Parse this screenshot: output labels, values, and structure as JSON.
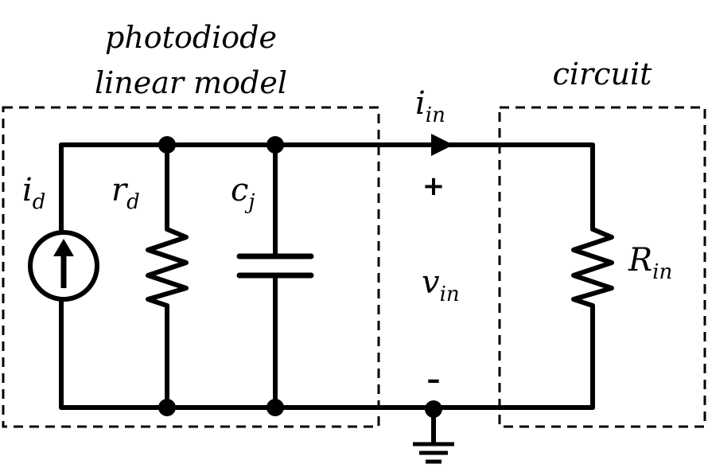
{
  "labels": {
    "model_title_line1": "photodiode",
    "model_title_line2": "linear model",
    "circuit_title": "circuit",
    "current_source": {
      "main": "i",
      "sub": "d"
    },
    "resistor_rd": {
      "main": "r",
      "sub": "d"
    },
    "capacitor_cj": {
      "main": "c",
      "sub": "j"
    },
    "input_current": {
      "main": "i",
      "sub": "in"
    },
    "input_voltage": {
      "main": "v",
      "sub": "in"
    },
    "input_resistor": {
      "main": "R",
      "sub": "in"
    },
    "plus_sign": "+",
    "minus_sign": "–"
  },
  "icons": {
    "current_source": "current-source-icon",
    "resistor": "resistor-icon",
    "capacitor": "capacitor-icon",
    "ground": "ground-icon",
    "arrow": "current-direction-arrow-icon"
  },
  "colors": {
    "stroke": "#000000",
    "background": "#ffffff"
  }
}
